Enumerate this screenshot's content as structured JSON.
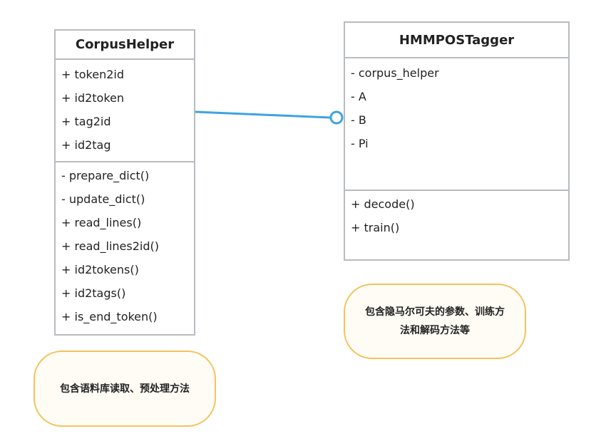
{
  "corpus_helper": {
    "title": "CorpusHelper",
    "attributes": [
      "+ token2id",
      "+ id2token",
      "+ tag2id",
      "+ id2tag"
    ],
    "methods": [
      "- prepare_dict()",
      "- update_dict()",
      "+ read_lines()",
      "+ read_lines2id()",
      "+ id2tokens()",
      "+ id2tags()",
      "+ is_end_token()"
    ]
  },
  "hmm_tagger": {
    "title": "HMMPOSTagger",
    "attributes": [
      "- corpus_helper",
      "- A",
      "- B",
      "- Pi"
    ],
    "methods": [
      "+ decode()",
      "+ train()"
    ]
  },
  "notes": {
    "corpus_helper_note": "包含语料库读取、预处理方法",
    "hmm_note_line1": "包含隐马尔可夫的参数、训练方",
    "hmm_note_line2": "法和解码方法等"
  },
  "colors": {
    "class_border": "#b8bcbf",
    "connector": "#3fa3e0",
    "note_border": "#f3c35c"
  }
}
